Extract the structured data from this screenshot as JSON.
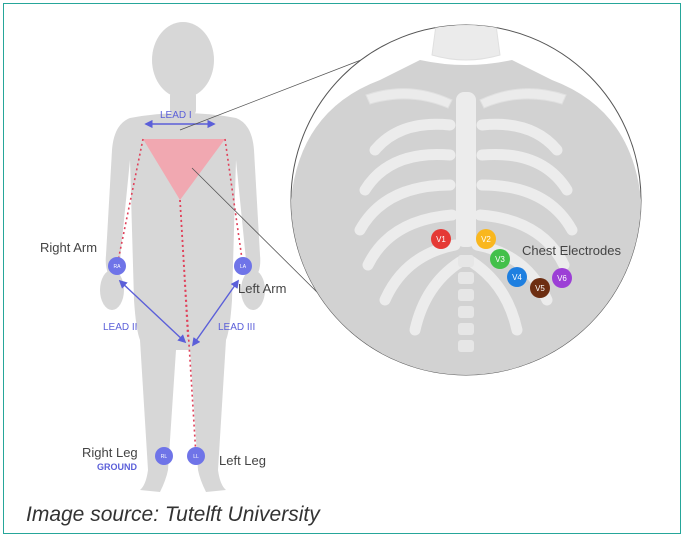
{
  "labels": {
    "lead_i": "LEAD I",
    "lead_ii": "LEAD II",
    "lead_iii": "LEAD III",
    "right_arm": "Right Arm",
    "left_arm": "Left Arm",
    "right_leg": "Right Leg",
    "ground": "GROUND",
    "left_leg": "Left Leg",
    "chest_electrodes": "Chest Electrodes"
  },
  "limb_electrodes": [
    {
      "id": "RA",
      "color": "#6f74e8"
    },
    {
      "id": "LA",
      "color": "#6f74e8"
    },
    {
      "id": "RL",
      "color": "#6f74e8"
    },
    {
      "id": "LL",
      "color": "#6f74e8"
    }
  ],
  "chest_electrodes": [
    {
      "id": "V1",
      "color": "#e53935"
    },
    {
      "id": "V2",
      "color": "#f9b71e"
    },
    {
      "id": "V3",
      "color": "#43c04a"
    },
    {
      "id": "V4",
      "color": "#1e7fe0"
    },
    {
      "id": "V5",
      "color": "#6d2e12"
    },
    {
      "id": "V6",
      "color": "#9c3fd6"
    }
  ],
  "colors": {
    "lead_line": "#5b5fd9",
    "dotted_line": "#e0415a",
    "triangle": "#f4a3ad",
    "body": "#d7d7d7",
    "frame": "#26a69a"
  },
  "caption": "Image source: Tutelft University"
}
